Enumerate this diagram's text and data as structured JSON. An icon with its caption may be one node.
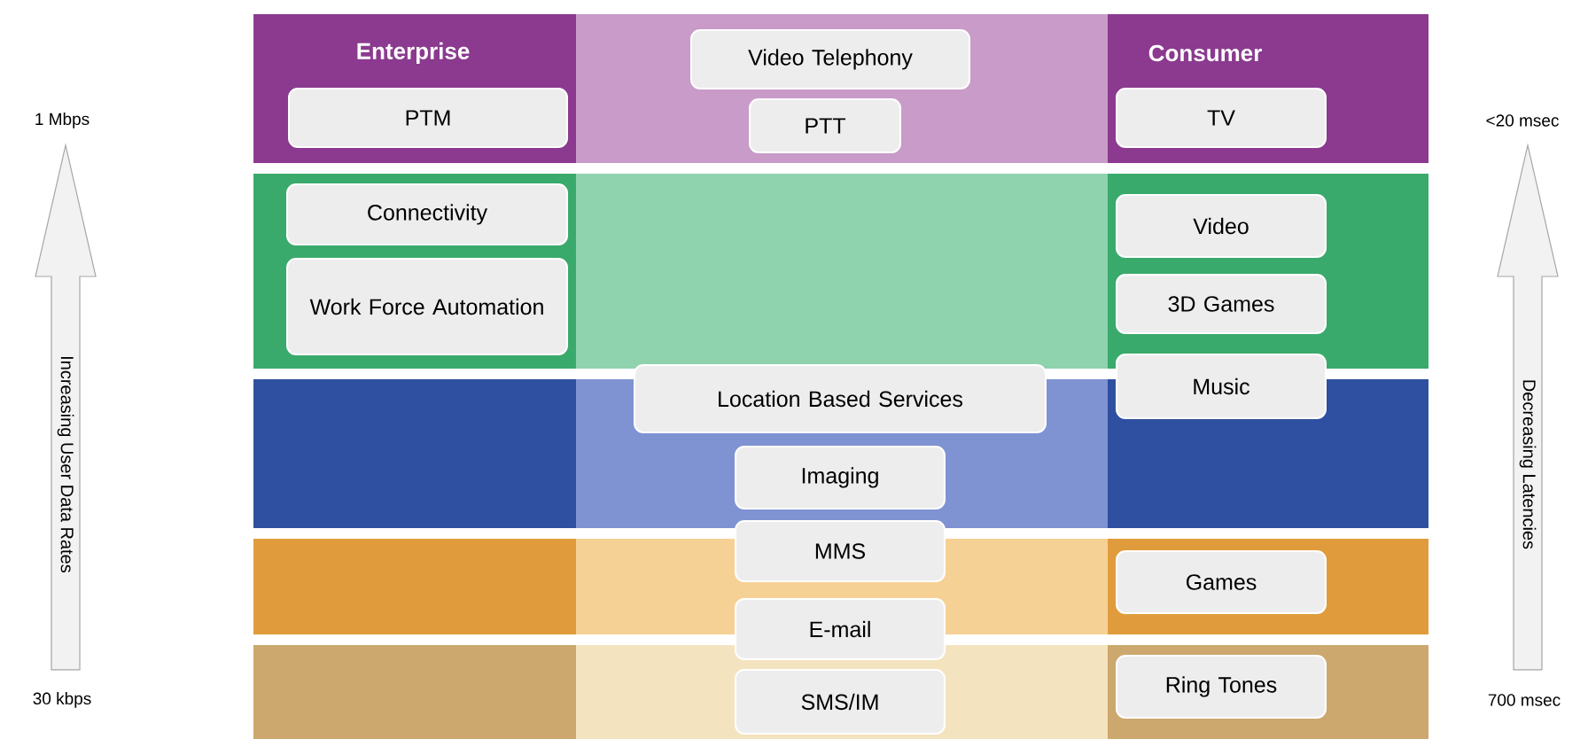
{
  "diagram": {
    "nodes": [
      {
        "text": [
          "Video Telephony"
        ]
      },
      {
        "text": [
          "PTM"
        ]
      },
      {
        "text": [
          "PTT"
        ]
      },
      {
        "text": [
          "TV"
        ]
      },
      {
        "text": [
          "Connectivity"
        ]
      },
      {
        "text": [
          "Work Force Automation"
        ]
      },
      {
        "text": [
          "Video"
        ]
      },
      {
        "text": [
          "3D Games"
        ]
      },
      {
        "text": [
          "Location Based Services"
        ]
      },
      {
        "text": [
          "Music"
        ]
      },
      {
        "text": [
          "Imaging"
        ]
      },
      {
        "text": [
          "MMS"
        ]
      },
      {
        "text": [
          "Games"
        ]
      },
      {
        "text": [
          "E-mail"
        ]
      },
      {
        "text": [
          "SMS/IM"
        ]
      },
      {
        "text": [
          "Ring Tones"
        ]
      }
    ],
    "labels": [
      "Enterprise",
      "Consumer",
      "1 Mbps",
      "<20 msec",
      "Increasing User Data Rates",
      "Decreasing Latencies",
      "30 kbps",
      "700 msec"
    ]
  }
}
